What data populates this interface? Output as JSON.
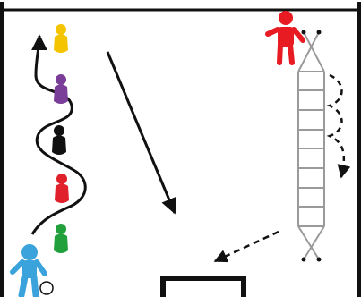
{
  "diagram": {
    "kind": "drill-diagram",
    "colors": {
      "background": "#ffffff",
      "frame": "#111111",
      "path": "#111111",
      "ladder": "#9a9a9a",
      "yellow_player": "#f5c400",
      "purple_player": "#7a3d98",
      "black_player": "#111111",
      "red_player": "#e0202a",
      "green_player": "#21a03c",
      "blue_player": "#3aa3dc",
      "red_coach": "#e81b23"
    },
    "elements": {
      "slalom_poles": [
        "yellow",
        "purple",
        "black",
        "red",
        "green"
      ],
      "start_player": "blue",
      "ladder_coach": "red",
      "ladder_rungs": 8,
      "goal": "small-goal"
    }
  }
}
